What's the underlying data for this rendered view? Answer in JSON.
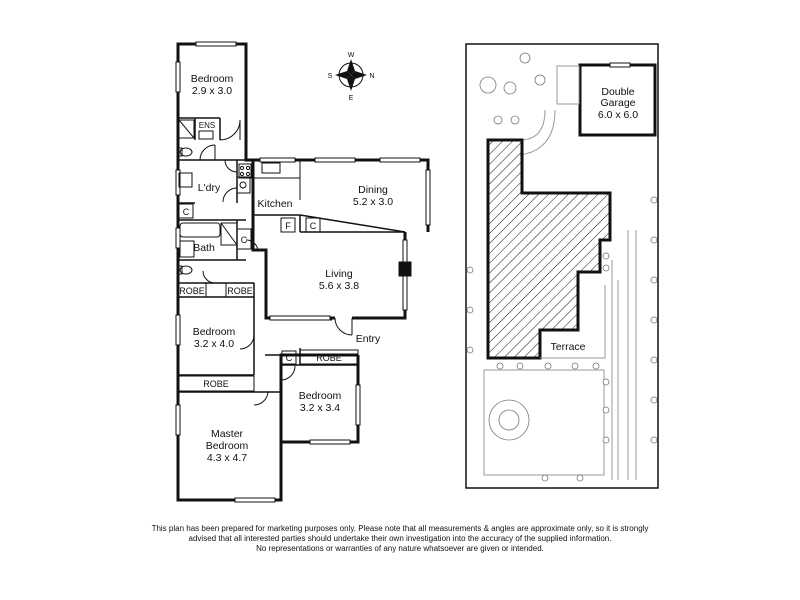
{
  "rooms": {
    "bedroom_top": {
      "name": "Bedroom",
      "size": "2.9 x 3.0"
    },
    "ensuite": "ENS",
    "laundry": "L'dry",
    "kitchen": "Kitchen",
    "dining": {
      "name": "Dining",
      "size": "5.2 x 3.0"
    },
    "bath": "Bath",
    "living": {
      "name": "Living",
      "size": "5.6 x 3.8"
    },
    "bedroom_left": {
      "name": "Bedroom",
      "size": "3.2 x 4.0"
    },
    "entry": "Entry",
    "bedroom_right": {
      "name": "Bedroom",
      "size": "3.2 x 3.4"
    },
    "master": {
      "name1": "Master",
      "name2": "Bedroom",
      "size": "4.3 x 4.7"
    },
    "garage": {
      "name1": "Double",
      "name2": "Garage",
      "size": "6.0 x 6.0"
    },
    "terrace": "Terrace"
  },
  "labels": {
    "robe": "ROBE",
    "cupboard": "C",
    "fridge": "F"
  },
  "compass": {
    "n": "N",
    "s": "S",
    "e": "E",
    "w": "W"
  },
  "disclaimer": [
    "This plan has been prepared for marketing purposes only. Please note that all measurements & angles are approximate only, so it is strongly",
    "advised that all interested parties should undertake their own investigation into the accuracy of the supplied information.",
    "No representations or warranties of any nature whatsoever are given or intended."
  ]
}
